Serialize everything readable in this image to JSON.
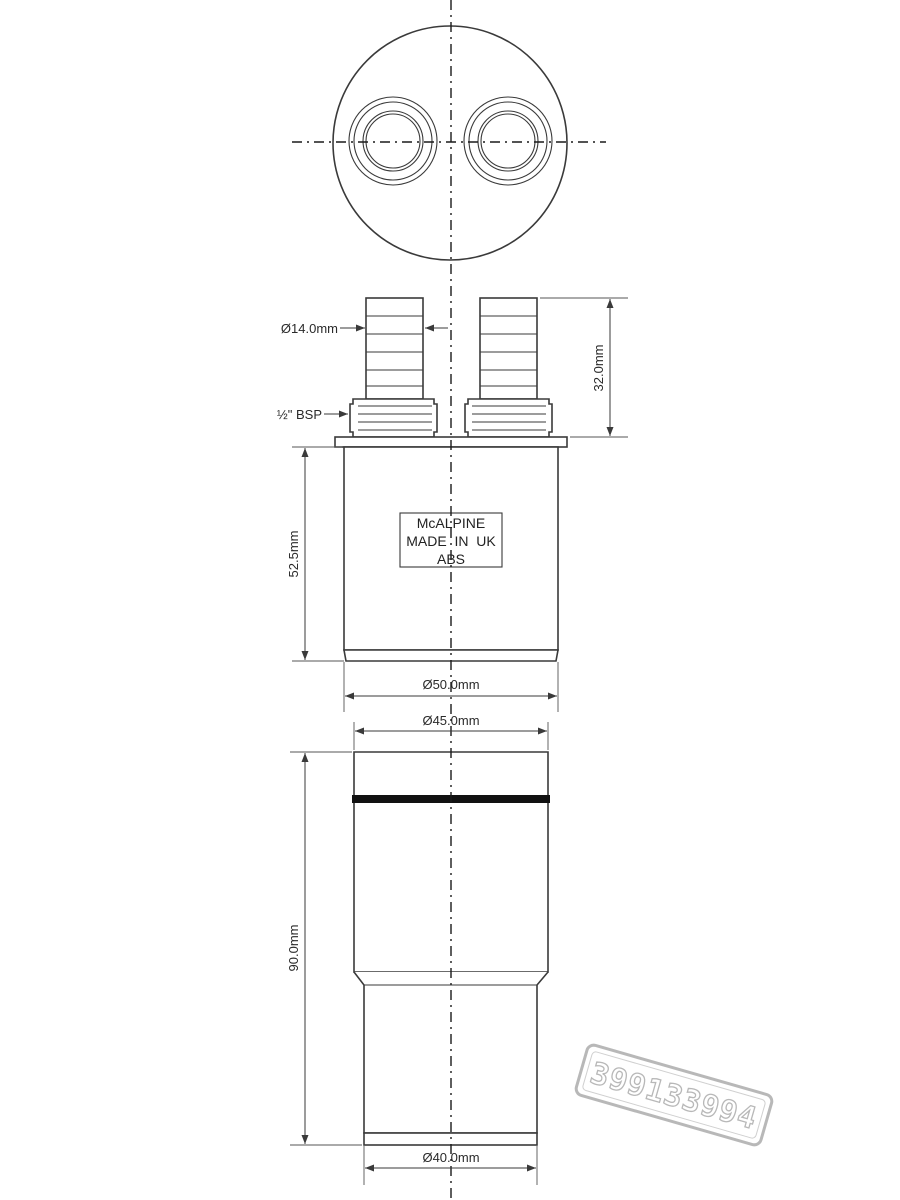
{
  "dimensions": {
    "spigot_diameter": "Ø14.0mm",
    "thread": "½\" BSP",
    "spigot_height": "32.0mm",
    "body_height": "52.5mm",
    "body_outer_diameter": "Ø50.0mm",
    "body_inner_diameter": "Ø45.0mm",
    "adapter_height": "90.0mm",
    "adapter_tail_diameter": "Ø40.0mm"
  },
  "product_label": {
    "line1": "McALPINE",
    "line2": "MADE  IN  UK",
    "line3": "ABS"
  },
  "watermark": "399133994",
  "colors": {
    "line": "#3a3a3a",
    "seal_ring": "#111111",
    "watermark": "#b8b8b8"
  }
}
